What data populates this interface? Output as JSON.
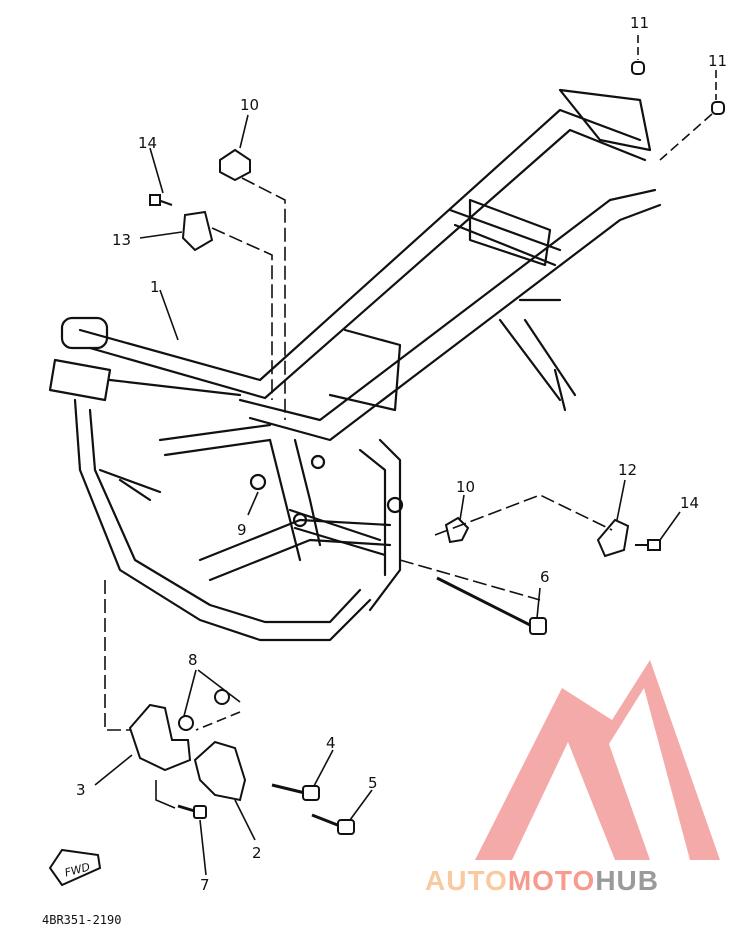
{
  "diagram": {
    "callouts": [
      {
        "id": "c11a",
        "label": "11"
      },
      {
        "id": "c11b",
        "label": "11"
      },
      {
        "id": "c10a",
        "label": "10"
      },
      {
        "id": "c14a",
        "label": "14"
      },
      {
        "id": "c13",
        "label": "13"
      },
      {
        "id": "c1",
        "label": "1"
      },
      {
        "id": "c9",
        "label": "9"
      },
      {
        "id": "c10b",
        "label": "10"
      },
      {
        "id": "c12",
        "label": "12"
      },
      {
        "id": "c14b",
        "label": "14"
      },
      {
        "id": "c6",
        "label": "6"
      },
      {
        "id": "c8",
        "label": "8"
      },
      {
        "id": "c4",
        "label": "4"
      },
      {
        "id": "c3",
        "label": "3"
      },
      {
        "id": "c5",
        "label": "5"
      },
      {
        "id": "c2",
        "label": "2"
      },
      {
        "id": "c7",
        "label": "7"
      }
    ],
    "fwd_label": "FWD",
    "part_number": "4BR351-2190"
  },
  "watermark": {
    "text_part1": "AUTO",
    "text_part2": "MOTO",
    "text_part3": "HUB",
    "color_light": "#f9c9a0",
    "color_mid": "#f79b8e",
    "color_dark": "#9a9a9a",
    "logo_color": "#f4a1a1"
  }
}
